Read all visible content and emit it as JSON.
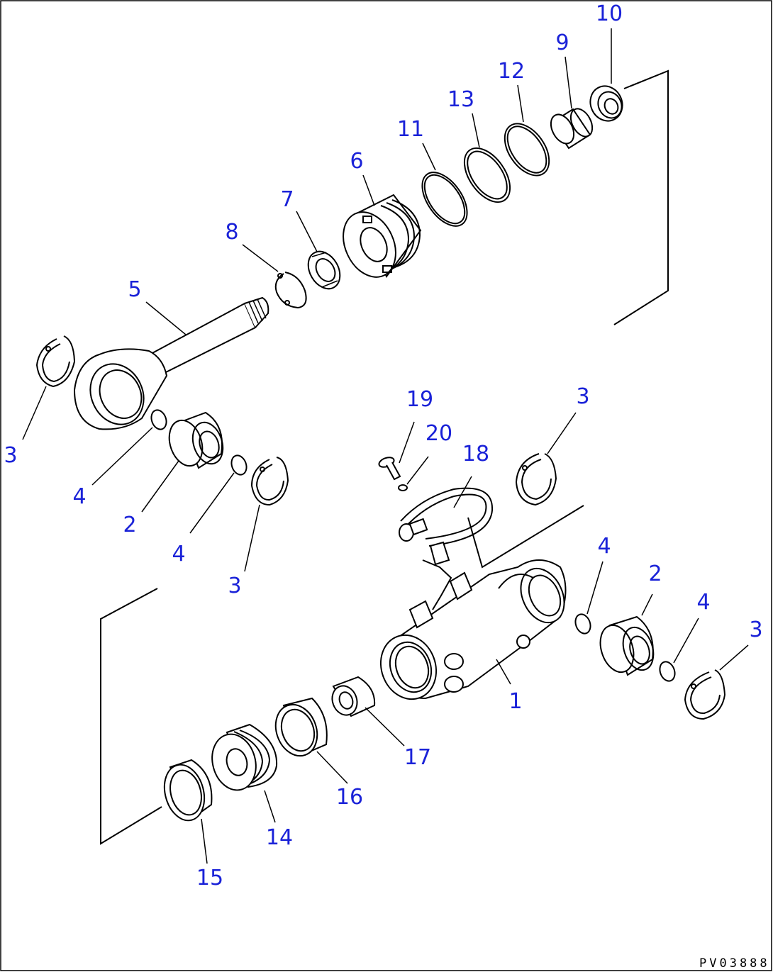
{
  "diagram": {
    "drawing_code": "PV03888",
    "label_color": "#1a22d8",
    "callouts": [
      {
        "id": "c10",
        "text": "10"
      },
      {
        "id": "c9",
        "text": "9"
      },
      {
        "id": "c12",
        "text": "12"
      },
      {
        "id": "c13",
        "text": "13"
      },
      {
        "id": "c11",
        "text": "11"
      },
      {
        "id": "c6",
        "text": "6"
      },
      {
        "id": "c7",
        "text": "7"
      },
      {
        "id": "c8",
        "text": "8"
      },
      {
        "id": "c5",
        "text": "5"
      },
      {
        "id": "c3a",
        "text": "3"
      },
      {
        "id": "c4a",
        "text": "4"
      },
      {
        "id": "c2a",
        "text": "2"
      },
      {
        "id": "c4b",
        "text": "4"
      },
      {
        "id": "c3b",
        "text": "3"
      },
      {
        "id": "c19",
        "text": "19"
      },
      {
        "id": "c20",
        "text": "20"
      },
      {
        "id": "c18",
        "text": "18"
      },
      {
        "id": "c3c",
        "text": "3"
      },
      {
        "id": "c4c",
        "text": "4"
      },
      {
        "id": "c2b",
        "text": "2"
      },
      {
        "id": "c4d",
        "text": "4"
      },
      {
        "id": "c3d",
        "text": "3"
      },
      {
        "id": "c1",
        "text": "1"
      },
      {
        "id": "c17",
        "text": "17"
      },
      {
        "id": "c16",
        "text": "16"
      },
      {
        "id": "c14",
        "text": "14"
      },
      {
        "id": "c15",
        "text": "15"
      }
    ]
  }
}
